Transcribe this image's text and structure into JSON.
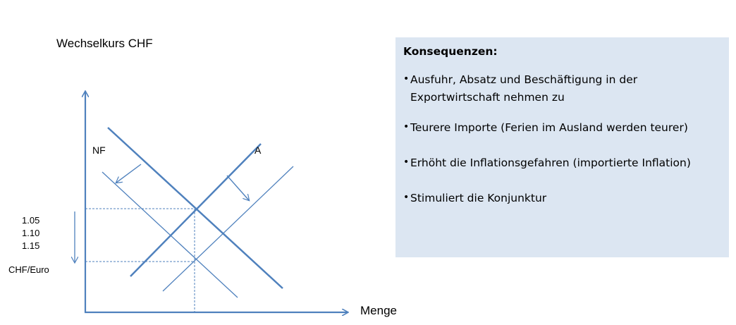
{
  "diagram": {
    "y_axis_title": "Wechselkurs CHF",
    "x_axis_title": "Menge",
    "curve_labels": {
      "demand": "NF",
      "supply": "A"
    },
    "rate_ticks": [
      "1.05",
      "1.10",
      "1.15"
    ],
    "rate_unit": "CHF/Euro",
    "colors": {
      "line": "#4f81bd",
      "axis": "#4f81bd"
    }
  },
  "consequences": {
    "title": "Konsequenzen:",
    "bullet": "•",
    "items": [
      [
        "Ausfuhr, Absatz und Beschäftigung in der",
        "Exportwirtschaft nehmen zu"
      ],
      [
        "Teurere Importe (Ferien im Ausland werden teurer)"
      ],
      [
        "Erhöht die Inflationsgefahren (importierte Inflation)"
      ],
      [
        "Stimuliert die Konjunktur"
      ]
    ],
    "background": "#dce6f2"
  }
}
